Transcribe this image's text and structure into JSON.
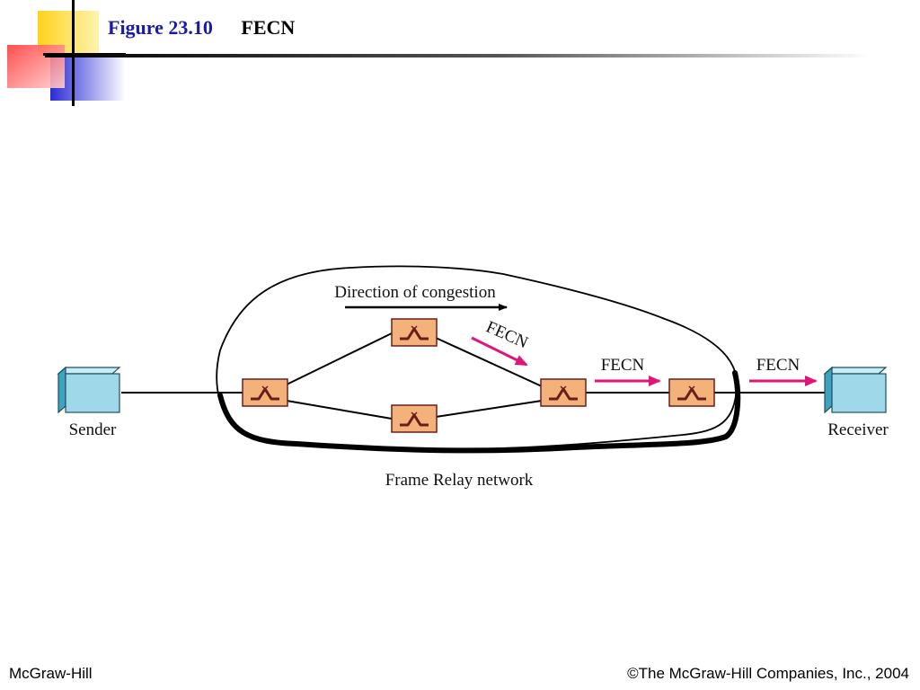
{
  "header": {
    "figure_label": "Figure 23.10",
    "figure_name": "FECN"
  },
  "diagram": {
    "direction_label": "Direction of congestion",
    "fecn_label": "FECN",
    "sender_label": "Sender",
    "receiver_label": "Receiver",
    "network_label": "Frame Relay network"
  },
  "footer": {
    "publisher": "McGraw-Hill",
    "copyright": "©The McGraw-Hill Companies, Inc., 2004"
  },
  "colors": {
    "title_blue": "#1a1aa6",
    "switch_fill": "#f2b27a",
    "switch_border": "#6b1d1d",
    "host_fill": "#9fd8e8",
    "fecn_arrow": "#e0157a"
  }
}
